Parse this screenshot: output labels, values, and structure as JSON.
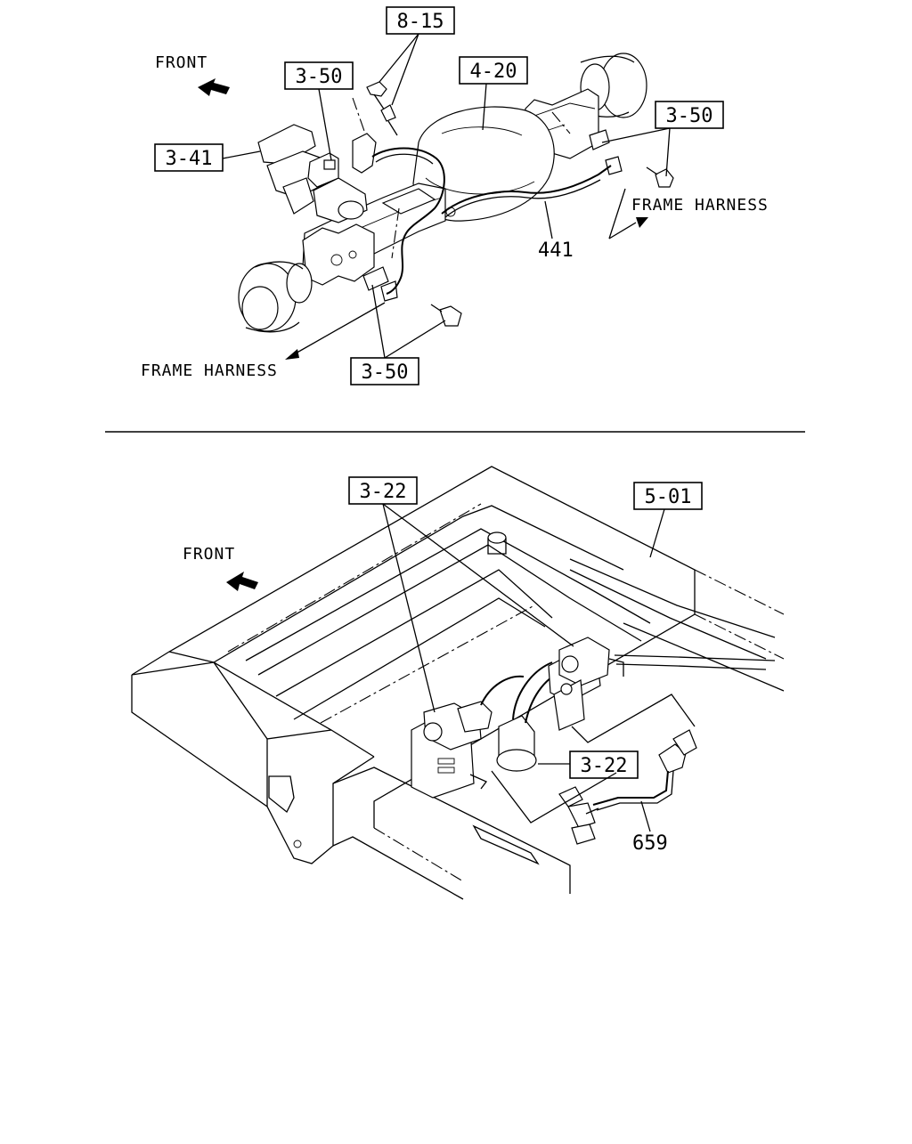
{
  "top_diagram": {
    "front_label": "FRONT",
    "callouts": {
      "c815": "8-15",
      "c350_left": "3-50",
      "c420": "4-20",
      "c350_right": "3-50",
      "c341": "3-41",
      "c350_bottom": "3-50"
    },
    "part_number": "441",
    "frame_harness_right": "FRAME HARNESS",
    "frame_harness_left": "FRAME HARNESS"
  },
  "bottom_diagram": {
    "front_label": "FRONT",
    "callouts": {
      "c322_top": "3-22",
      "c501": "5-01",
      "c322_lower": "3-22"
    },
    "part_number": "659"
  }
}
